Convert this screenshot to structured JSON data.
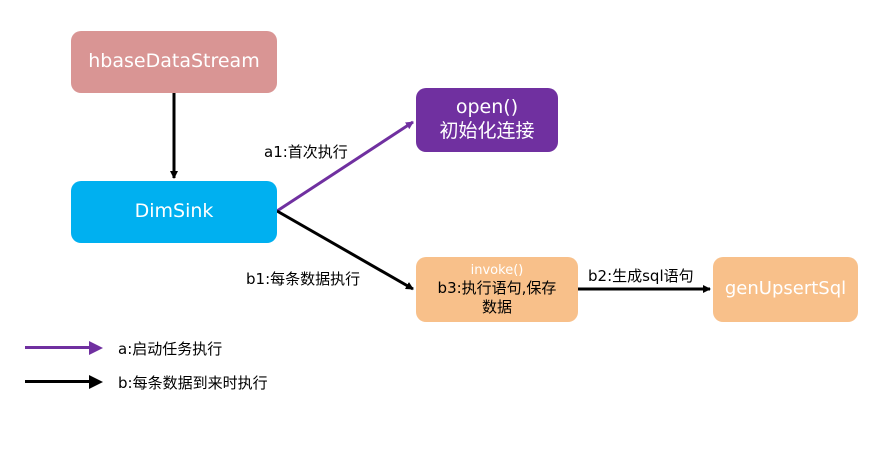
{
  "nodes": {
    "hbase": {
      "label": "hbaseDataStream"
    },
    "dimsink": {
      "label": "DimSink"
    },
    "open": {
      "line1": "open()",
      "line2": "初始化连接"
    },
    "invoke": {
      "line1": "invoke()",
      "line2": "b3:执行语句,保存",
      "line3": "数据"
    },
    "gen": {
      "label": "genUpsertSql"
    }
  },
  "edges": {
    "a1": "a1:首次执行",
    "b1": "b1:每条数据执行",
    "b2": "b2:生成sql语句"
  },
  "legend": {
    "a": "a:启动任务执行",
    "b": "b:每条数据到来时执行"
  },
  "colors": {
    "hbase": "#d99594",
    "dimsink": "#00b0f0",
    "open": "#7030a0",
    "invoke": "#f8c08a",
    "gen": "#f8c08a",
    "arrow_a": "#7030a0",
    "arrow_b": "#000000"
  }
}
